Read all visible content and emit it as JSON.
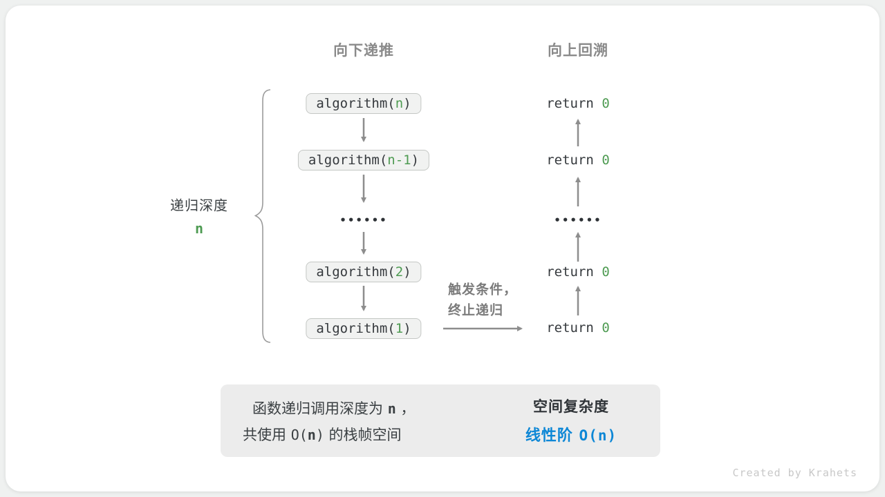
{
  "colors": {
    "green": "#4e9b52",
    "blue": "#0d87d6",
    "arrow": "#8d8d8d"
  },
  "headers": {
    "descend": "向下递推",
    "backtrack": "向上回溯"
  },
  "depth_label": {
    "title": "递归深度",
    "value": "n"
  },
  "call_boxes": [
    {
      "pre": "algorithm(",
      "arg": "n",
      "post": ")"
    },
    {
      "pre": "algorithm(",
      "arg": "n-1",
      "post": ")"
    },
    {
      "pre": "algorithm(",
      "arg": "2",
      "post": ")"
    },
    {
      "pre": "algorithm(",
      "arg": "1",
      "post": ")"
    }
  ],
  "ellipsis": {
    "left": "••••••",
    "right": "••••••"
  },
  "returns": [
    {
      "kw": "return ",
      "val": "0"
    },
    {
      "kw": "return ",
      "val": "0"
    },
    {
      "kw": "return ",
      "val": "0"
    },
    {
      "kw": "return ",
      "val": "0"
    }
  ],
  "trigger_note": {
    "line1": "触发条件，",
    "line2": "终止递归"
  },
  "summary": {
    "line1_pre": "函数递归调用深度为 ",
    "line1_var": "n",
    "line1_post": " ，",
    "line2_pre": "共使用 ",
    "line2_o_open": "O(",
    "line2_var": "n",
    "line2_o_close": ")",
    "line2_post": " 的栈帧空间",
    "result_title": "空间复杂度",
    "result_label": "线性阶 ",
    "result_value": "O(n)"
  },
  "footer": {
    "credit": "Created by Krahets"
  }
}
